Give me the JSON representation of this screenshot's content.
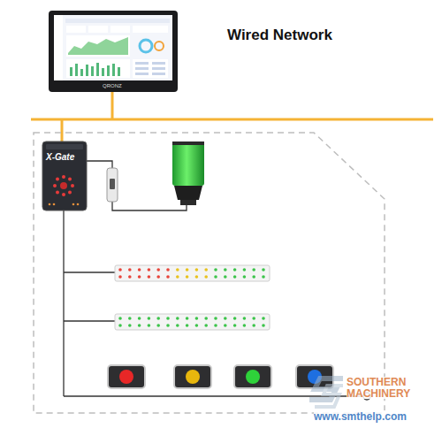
{
  "diagram": {
    "title": "Wired Network",
    "labels": [
      "X-Gate",
      "QRONZ",
      "SOUTHERN MACHINERY",
      "www.smthelp.com"
    ]
  }
}
